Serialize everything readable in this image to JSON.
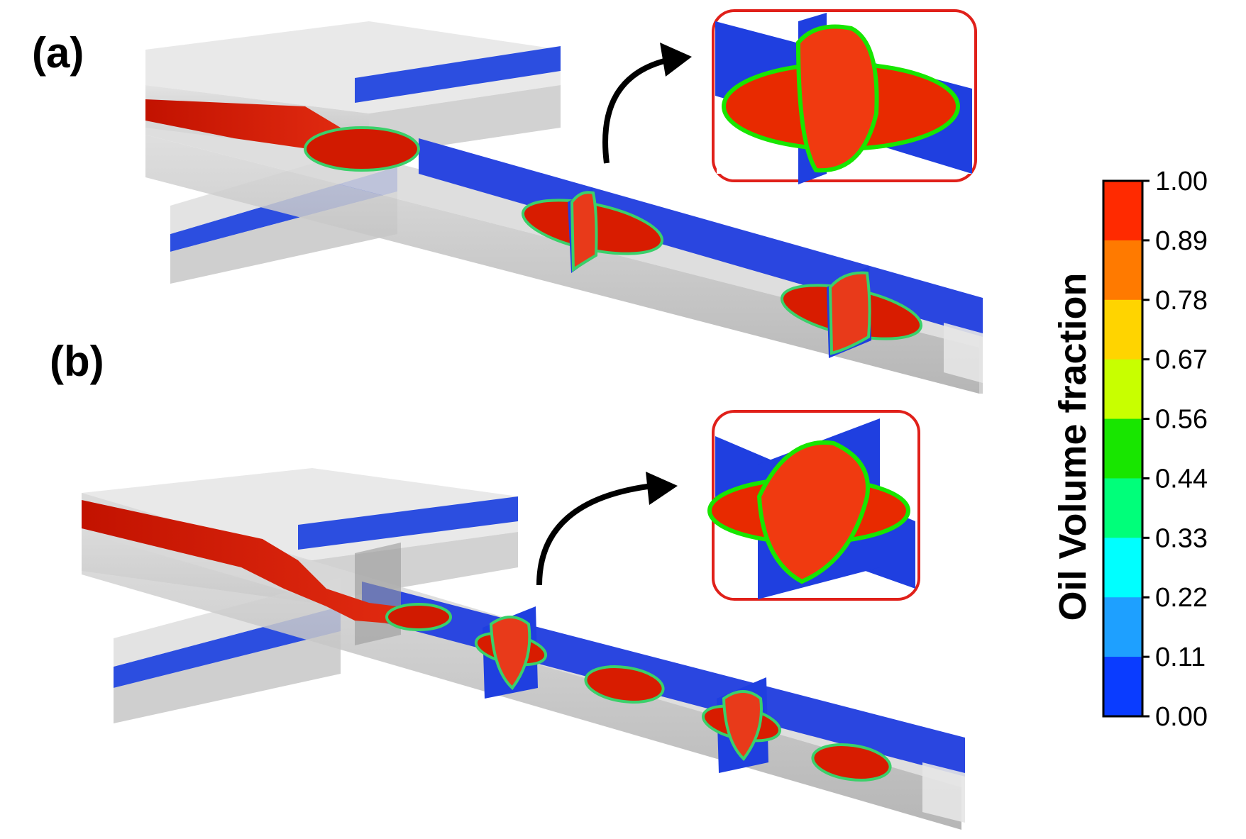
{
  "panels": [
    {
      "label": "(a)"
    },
    {
      "label": "(b)"
    }
  ],
  "colorbar": {
    "title": "Oil Volume fraction",
    "ticks": [
      "1.00",
      "0.89",
      "0.78",
      "0.67",
      "0.56",
      "0.44",
      "0.33",
      "0.22",
      "0.11",
      "0.00"
    ],
    "colors": [
      "#ff2a00",
      "#ff7a00",
      "#ffd400",
      "#c8ff00",
      "#18e600",
      "#00ff7a",
      "#00ffff",
      "#1ea0ff",
      "#0a3cff"
    ]
  },
  "colors": {
    "oil": "#e81e00",
    "water": "#1f3fe0",
    "channel_wall": "#b4b4b4",
    "inset_border": "#e0201a"
  }
}
